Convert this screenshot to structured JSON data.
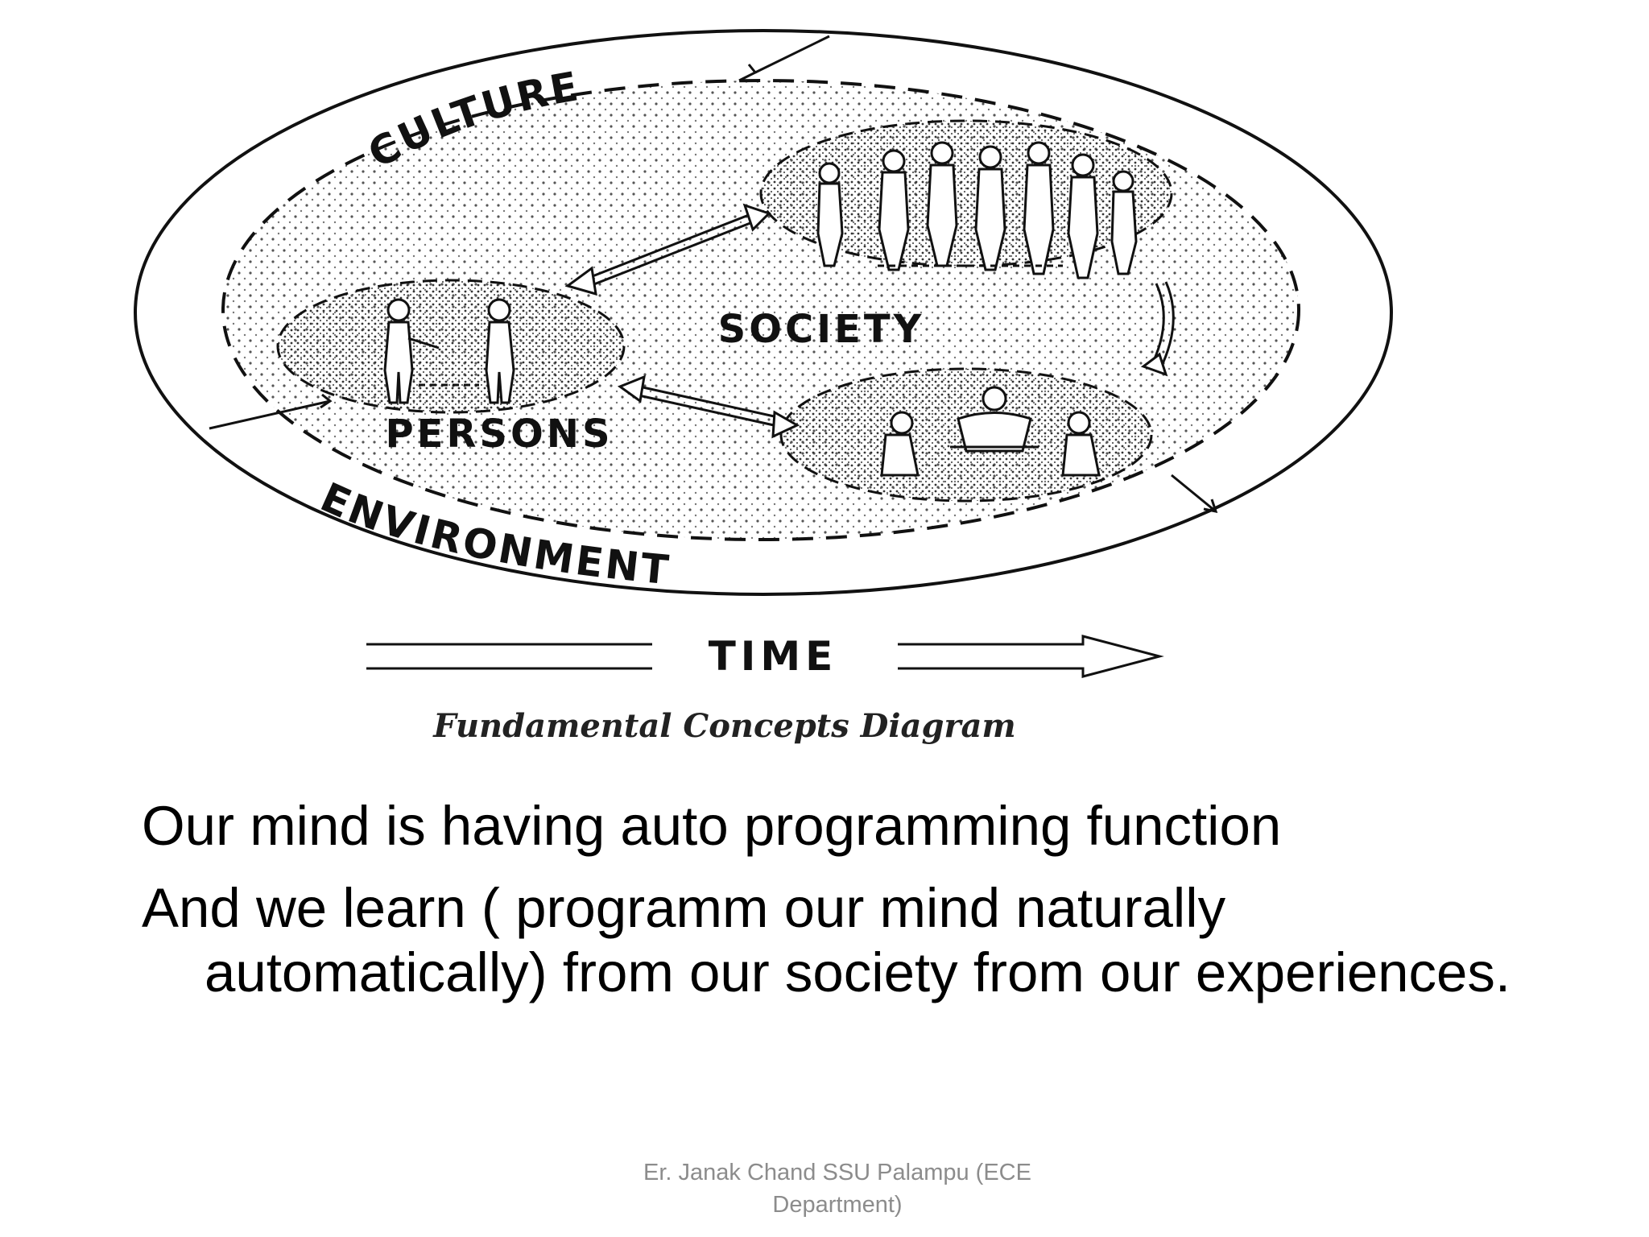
{
  "diagram": {
    "labels": {
      "culture": "CULTURE",
      "society": "SOCIETY",
      "persons": "PERSONS",
      "environment": "ENVIRONMENT",
      "time": "TIME"
    },
    "caption": "Fundamental Concepts Diagram"
  },
  "body": {
    "lines": [
      "Our mind is having auto programming function",
      "And we learn ( programm our mind naturally automatically) from our society from our experiences."
    ]
  },
  "footer": {
    "line1": "Er. Janak Chand SSU Palampu (ECE",
    "line2": "Department)"
  }
}
